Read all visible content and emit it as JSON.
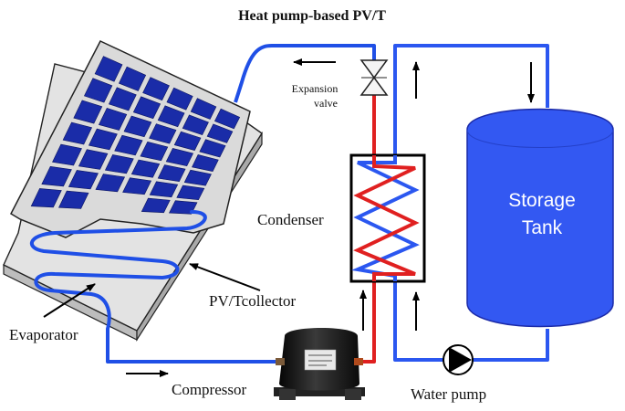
{
  "title": "Heat pump-based PV/T",
  "labels": {
    "expansion_valve_line1": "Expansion",
    "expansion_valve_line2": "valve",
    "condenser": "Condenser",
    "storage_tank_line1": "Storage",
    "storage_tank_line2": "Tank",
    "pvt_collector": "PV/Tcollector",
    "evaporator": "Evaporator",
    "compressor": "Compressor",
    "water_pump": "Water pump"
  },
  "colors": {
    "refrigerant_low": "#1f4fe6",
    "refrigerant_high": "#e02020",
    "water_loop": "#2b57f0",
    "tank_fill": "#3358f2",
    "tank_text": "#ffffff",
    "pv_cell": "#1a2ca8",
    "panel_frame": "#dadada",
    "collector_plate": "#e3e3e3",
    "compressor_body": "#151515"
  },
  "icons": {
    "expansion_valve": "bowtie-valve-icon",
    "water_pump": "circle-triangle-pump-icon",
    "compressor": "hermetic-compressor-icon",
    "flow_arrow": "arrow-icon"
  }
}
